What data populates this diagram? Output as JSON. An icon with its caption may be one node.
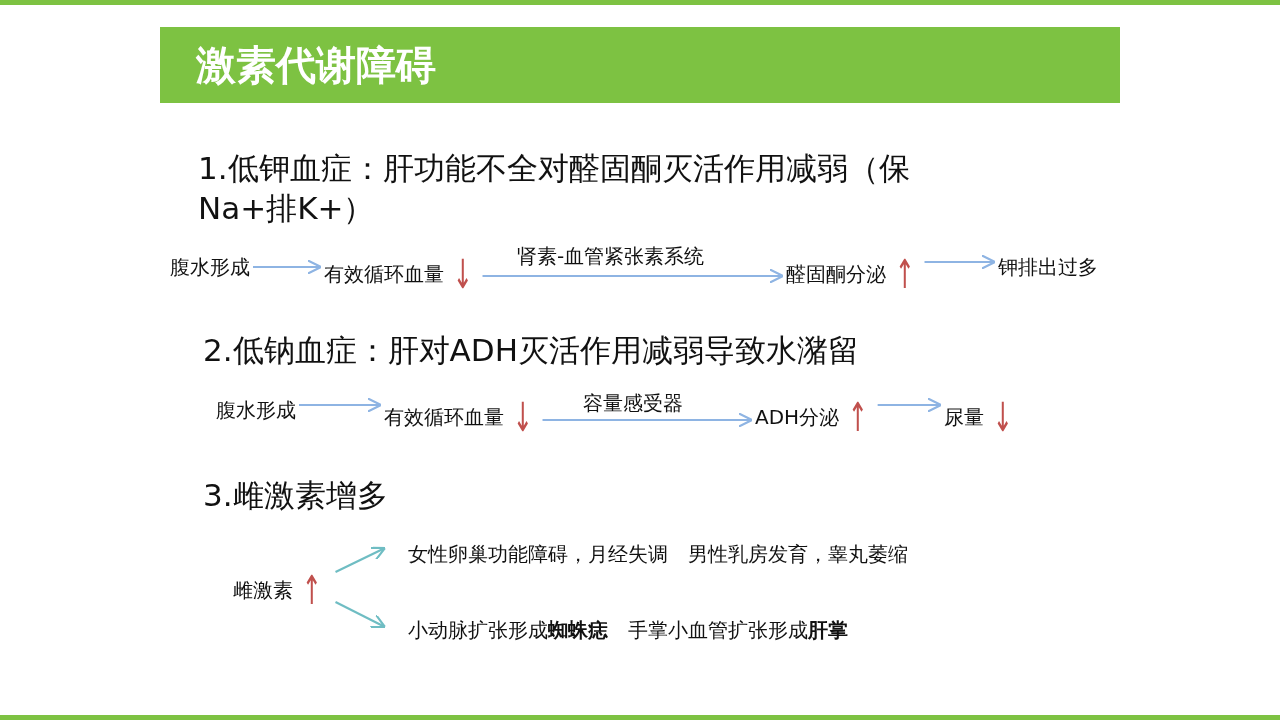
{
  "diagram": {
    "title": "激素代谢障碍",
    "nodes": [
      {
        "text": [
          "腹水形成"
        ]
      },
      {
        "text": [
          "有效循环血量"
        ],
        "beside": [
          "↓"
        ]
      },
      {
        "text": [
          "醛固酮分泌"
        ],
        "beside": [
          "↑"
        ]
      },
      {
        "text": [
          "钾排出过多"
        ]
      },
      {
        "text": [
          "腹水形成"
        ]
      },
      {
        "text": [
          "有效循环血量"
        ],
        "beside": [
          "↓"
        ]
      },
      {
        "text": [
          "ADH分泌"
        ],
        "beside": [
          "↑"
        ]
      },
      {
        "text": [
          "尿量"
        ],
        "beside": [
          "↓"
        ]
      },
      {
        "text": [
          "雌激素"
        ],
        "beside": [
          "↑"
        ]
      },
      {
        "text": [
          "女性卵巢功能障碍，月经失调",
          "男性乳房发育，睾丸萎缩"
        ]
      },
      {
        "text": [
          "小动脉扩张形成**蜘蛛痣**",
          "手掌小血管扩张形成**肝掌**"
        ]
      }
    ],
    "edges": [
      {
        "from": 0,
        "to": 1,
        "arrow": "to"
      },
      {
        "from": 1,
        "to": 2,
        "arrow": "to",
        "label": "肾素-血管紧张素系统"
      },
      {
        "from": 2,
        "to": 3,
        "arrow": "to"
      },
      {
        "from": 4,
        "to": 5,
        "arrow": "to"
      },
      {
        "from": 5,
        "to": 6,
        "arrow": "to",
        "label": "容量感受器"
      },
      {
        "from": 6,
        "to": 7,
        "arrow": "to"
      },
      {
        "from": 8,
        "to": 9,
        "arrow": "to",
        "color": "#6fbdc3"
      },
      {
        "from": 8,
        "to": 10,
        "arrow": "to",
        "color": "#6fbdc3"
      }
    ],
    "labels": [
      "1.低钾血症：肝功能不全对醛固酮灭活作用减弱（保Na+排K+）",
      "2.低钠血症：肝对ADH灭活作用减弱导致水潴留",
      "3.雌激素增多"
    ]
  }
}
